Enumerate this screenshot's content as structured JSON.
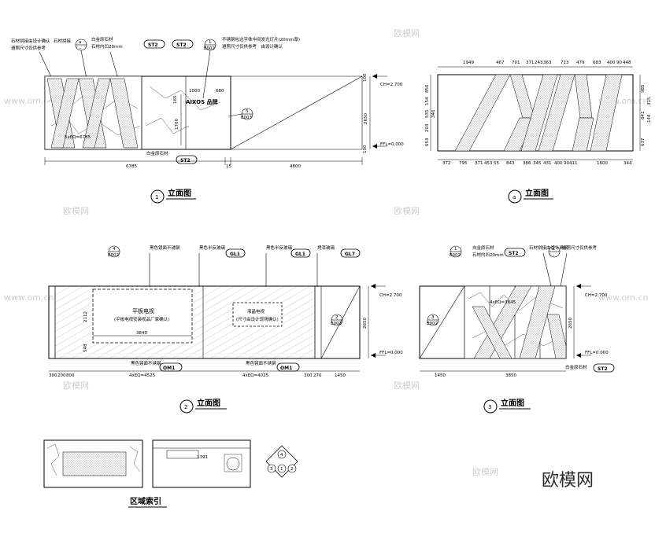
{
  "watermark": {
    "brand_text": "欧模网",
    "small_text": "欧模网",
    "url_text": "www.om.cn"
  },
  "elevation_1": {
    "title": "立面图",
    "number": "1",
    "notes": [
      "石材拼接由设计确认",
      "遵照尺寸仅供参考",
      "石材拼接",
      "白金原石材",
      "石材内凹20mm",
      "不锈钢包边字体中间发光灯片(20mm厚)",
      "遵照尺寸仅供参考　由设计确认",
      "白金原石材"
    ],
    "tags": [
      "ST2",
      "ST2",
      "ST2"
    ],
    "callouts": [
      {
        "number": "a",
        "sheet": "-"
      },
      {
        "number": "1",
        "sheet": "E002"
      },
      {
        "number": "5",
        "sheet": "E003"
      }
    ],
    "levels": [
      "CH=2.700",
      "FFL=0.000"
    ],
    "dims_bottom": [
      "6785",
      "15",
      "4800"
    ],
    "dim_right": "2650",
    "dims_small": [
      "100",
      "100"
    ],
    "dims_inner": [
      "1000",
      "680",
      "165",
      "1700"
    ],
    "eq_label": "5xEQ=6785",
    "logo_text": "AIXOS 品牌"
  },
  "elevation_a": {
    "title": "立面图",
    "number": "a",
    "dims_top": [
      "1949",
      "467",
      "701",
      "371",
      "243",
      "363",
      "713",
      "479",
      "683",
      "400",
      "90",
      "448"
    ],
    "dims_bottom": [
      "372",
      "795",
      "371",
      "453",
      "55",
      "843",
      "386",
      "345",
      "431",
      "400",
      "90",
      "411",
      "1600",
      "344"
    ],
    "dims_left": [
      "856",
      "154",
      "535",
      "346",
      "203",
      "653"
    ],
    "dims_right": [
      "985",
      "315",
      "641",
      "144",
      "637"
    ]
  },
  "elevation_2": {
    "title": "立面图",
    "number": "2",
    "notes": [
      "黑色镜面不锈钢",
      "黑色半反玻璃",
      "黑色半反玻璃",
      "烤漆玻璃"
    ],
    "tags_top": [
      "GL1",
      "GL1",
      "GL7"
    ],
    "callouts": [
      {
        "number": "4",
        "sheet": "E002"
      },
      {
        "number": "2",
        "sheet": "E002"
      }
    ],
    "tv_label": "平板电视",
    "tv_sub": "(平板电视安装视品厂家确认)",
    "tv_width": "3840",
    "tv_height": "2112",
    "dim_left": "548",
    "screen_label": "液晶电视",
    "screen_sub": "(尺寸由设计现场确认)",
    "levels": [
      "CH=2.700",
      "FFL=0.000"
    ],
    "dim_right": "2650",
    "notes_bottom": [
      "黑色镜面不锈钢",
      "黑色镜面不锈钢"
    ],
    "tags_bottom": [
      "OM1",
      "OM1"
    ],
    "dims_bottom": [
      "300",
      "200",
      "800",
      "4xEQ=4525",
      "4xEQ=4025",
      "300",
      "270",
      "1450"
    ]
  },
  "elevation_3": {
    "title": "立面图",
    "number": "3",
    "notes": [
      "白金原石材",
      "石材内凹20mm",
      "石材拼接由设计确认",
      "遵照尺寸仅供参考",
      "白金原石材"
    ],
    "tags": [
      "ST2",
      "ST2"
    ],
    "callouts": [
      {
        "number": "1",
        "sheet": "E002"
      },
      {
        "number": "a",
        "sheet": "-"
      },
      {
        "number": "3",
        "sheet": "E002"
      }
    ],
    "levels": [
      "CH=2.700",
      "FFL=0.000"
    ],
    "dim_right": "2650",
    "dims_bottom": [
      "1450",
      "3850"
    ],
    "inner_dim": "4xEQ=3845"
  },
  "index": {
    "title": "区域索引",
    "dim": "1391",
    "key_numbers": [
      "4",
      "1",
      "3",
      "2"
    ]
  }
}
